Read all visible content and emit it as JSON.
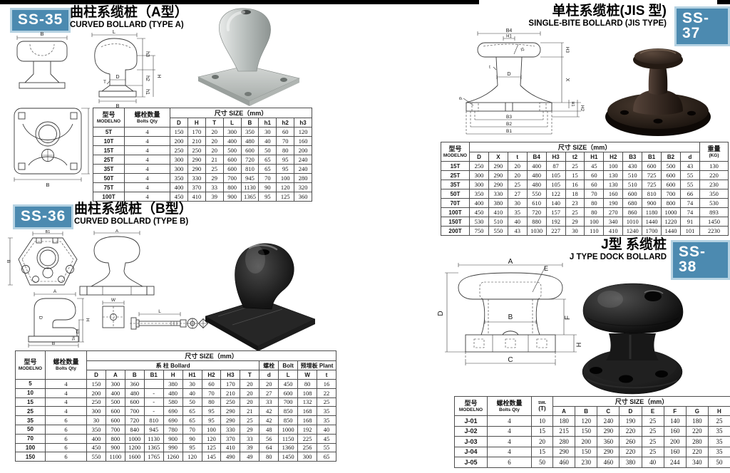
{
  "page": {
    "accent": "#4c8ab0"
  },
  "ss35": {
    "badge": "SS-35",
    "title_cn": "曲柱系缆桩（A型）",
    "title_en": "CURVED BOLLARD (TYPE A)",
    "dims": {
      "b_front": "B",
      "l": "L",
      "d": "D",
      "t": "T",
      "h3": "h3",
      "h2": "h2",
      "h1": "h1",
      "h": "H",
      "b_bottom": "B",
      "b_plan_side": "B",
      "b_plan_bottom": "B"
    },
    "table": {
      "model_cn": "型号",
      "model_en": "MODELNO",
      "bolts_cn": "螺栓数量",
      "bolts_en": "Bolts Qty",
      "size_header": "尺寸 SIZE（mm）",
      "dim_cols": [
        "D",
        "H",
        "T",
        "L",
        "B",
        "h1",
        "h2",
        "h3"
      ],
      "rows": [
        [
          "5T",
          "4",
          "150",
          "170",
          "20",
          "300",
          "350",
          "30",
          "60",
          "120"
        ],
        [
          "10T",
          "4",
          "200",
          "210",
          "20",
          "400",
          "480",
          "40",
          "70",
          "160"
        ],
        [
          "15T",
          "4",
          "250",
          "250",
          "20",
          "500",
          "600",
          "50",
          "80",
          "200"
        ],
        [
          "25T",
          "4",
          "300",
          "290",
          "21",
          "600",
          "720",
          "65",
          "95",
          "240"
        ],
        [
          "35T",
          "4",
          "300",
          "290",
          "25",
          "600",
          "810",
          "65",
          "95",
          "240"
        ],
        [
          "50T",
          "4",
          "350",
          "330",
          "29",
          "700",
          "945",
          "70",
          "100",
          "280"
        ],
        [
          "75T",
          "4",
          "400",
          "370",
          "33",
          "800",
          "1130",
          "90",
          "120",
          "320"
        ],
        [
          "100T",
          "4",
          "450",
          "410",
          "39",
          "900",
          "1365",
          "95",
          "125",
          "360"
        ]
      ]
    }
  },
  "ss36": {
    "badge": "SS-36",
    "title_cn": "曲柱系缆桩（B型）",
    "title_en": "CURVED BOLLARD (TYPE B)",
    "dims": {
      "b1_top": "B1",
      "b_side": "B",
      "a_front": "A",
      "a_profile": "A",
      "d": "D",
      "h": "H",
      "h2": "H2",
      "h1": "H1",
      "b_bottom": "B",
      "w": "W",
      "l": "L"
    },
    "table": {
      "model_cn": "型号",
      "model_en": "MODELNO",
      "bolts_cn": "螺栓数量",
      "bolts_en": "Bolts Qty",
      "size_header": "尺寸 SIZE（mm）",
      "band_bollard": "系 柱 Bollard",
      "band_bolt_cn": "螺栓",
      "band_bolt_en": "Bolt",
      "band_plant": "预埋板 Plant",
      "dim_cols": [
        "D",
        "A",
        "B",
        "B1",
        "H",
        "H1",
        "H2",
        "H3",
        "T",
        "d",
        "L",
        "W",
        "t"
      ],
      "rows": [
        [
          "5",
          "4",
          "150",
          "300",
          "360",
          "",
          "380",
          "30",
          "60",
          "170",
          "20",
          "20",
          "450",
          "80",
          "16"
        ],
        [
          "10",
          "4",
          "200",
          "400",
          "480",
          "-",
          "480",
          "40",
          "70",
          "210",
          "20",
          "27",
          "600",
          "108",
          "22"
        ],
        [
          "15",
          "4",
          "250",
          "500",
          "600",
          "-",
          "580",
          "50",
          "80",
          "250",
          "20",
          "33",
          "700",
          "132",
          "25"
        ],
        [
          "25",
          "4",
          "300",
          "600",
          "700",
          "-",
          "690",
          "65",
          "95",
          "290",
          "21",
          "42",
          "850",
          "168",
          "35"
        ],
        [
          "35",
          "6",
          "30",
          "600",
          "720",
          "810",
          "690",
          "65",
          "95",
          "290",
          "25",
          "42",
          "850",
          "168",
          "35"
        ],
        [
          "50",
          "6",
          "350",
          "700",
          "840",
          "945",
          "780",
          "70",
          "100",
          "330",
          "29",
          "48",
          "1000",
          "192",
          "40"
        ],
        [
          "70",
          "6",
          "400",
          "800",
          "1000",
          "1130",
          "900",
          "90",
          "120",
          "370",
          "33",
          "56",
          "1150",
          "225",
          "45"
        ],
        [
          "100",
          "6",
          "450",
          "900",
          "1200",
          "1365",
          "990",
          "95",
          "125",
          "410",
          "39",
          "64",
          "1360",
          "256",
          "55"
        ],
        [
          "150",
          "6",
          "550",
          "1100",
          "1600",
          "1765",
          "1260",
          "120",
          "145",
          "490",
          "49",
          "80",
          "1450",
          "300",
          "65"
        ]
      ]
    }
  },
  "ss37": {
    "badge": "SS-37",
    "title_cn": "单柱系缆桩(JIS 型)",
    "title_en": "SINGLE-BITE BOLLARD (JIS TYPE)",
    "dims": {
      "b4": "B4",
      "h1_top": "H1",
      "h3": "H3",
      "t2": "t2",
      "x": "X",
      "t": "t",
      "d": "D",
      "d_small": "d",
      "h1": "H1",
      "h2": "H2",
      "b3": "B3",
      "b2": "B2",
      "b1": "B1"
    },
    "table": {
      "model_cn": "型号",
      "model_en": "MODELNO",
      "size_header": "尺寸 SIZE（mm）",
      "weight_cn": "重量",
      "weight_unit": "(KG)",
      "dim_cols": [
        "D",
        "X",
        "t",
        "B4",
        "H3",
        "t2",
        "H1",
        "H2",
        "B3",
        "B1",
        "B2",
        "d"
      ],
      "rows": [
        [
          "15T",
          "250",
          "290",
          "20",
          "400",
          "87",
          "25",
          "45",
          "100",
          "430",
          "600",
          "500",
          "43",
          "130"
        ],
        [
          "25T",
          "300",
          "290",
          "20",
          "480",
          "105",
          "15",
          "60",
          "130",
          "510",
          "725",
          "600",
          "55",
          "220"
        ],
        [
          "35T",
          "300",
          "290",
          "25",
          "480",
          "105",
          "16",
          "60",
          "130",
          "510",
          "725",
          "600",
          "55",
          "230"
        ],
        [
          "50T",
          "350",
          "330",
          "27",
          "550",
          "122",
          "18",
          "70",
          "160",
          "600",
          "810",
          "700",
          "66",
          "350"
        ],
        [
          "70T",
          "400",
          "380",
          "30",
          "610",
          "140",
          "23",
          "80",
          "190",
          "680",
          "900",
          "800",
          "74",
          "530"
        ],
        [
          "100T",
          "450",
          "410",
          "35",
          "720",
          "157",
          "25",
          "80",
          "270",
          "860",
          "1180",
          "1000",
          "74",
          "893"
        ],
        [
          "150T",
          "530",
          "510",
          "40",
          "880",
          "192",
          "29",
          "100",
          "340",
          "1010",
          "1440",
          "1220",
          "91",
          "1450"
        ],
        [
          "200T",
          "750",
          "550",
          "43",
          "1030",
          "227",
          "30",
          "110",
          "410",
          "1240",
          "1700",
          "1440",
          "101",
          "2230"
        ]
      ]
    }
  },
  "ss38": {
    "badge": "SS-38",
    "title_cn": "J型 系缆桩",
    "title_en": "J TYPE DOCK BOLLARD",
    "dims": {
      "a": "A",
      "e": "E",
      "d": "D",
      "b": "B",
      "f": "F",
      "c": "C",
      "h": "H"
    },
    "table": {
      "model_cn": "型号",
      "model_en": "MODELNO",
      "bolts_cn": "螺栓数量",
      "bolts_en": "Bolts Qty",
      "swl_small": "SWL",
      "swl_unit": "(T)",
      "size_header": "尺寸 SIZE（mm）",
      "dim_cols": [
        "A",
        "B",
        "C",
        "D",
        "E",
        "F",
        "G",
        "H"
      ],
      "rows": [
        [
          "J-01",
          "4",
          "10",
          "180",
          "120",
          "240",
          "190",
          "25",
          "140",
          "180",
          "25"
        ],
        [
          "J-02",
          "4",
          "15",
          "215",
          "150",
          "290",
          "220",
          "25",
          "160",
          "220",
          "35"
        ],
        [
          "J-03",
          "4",
          "20",
          "280",
          "200",
          "360",
          "260",
          "25",
          "200",
          "280",
          "35"
        ],
        [
          "J-04",
          "4",
          "15",
          "290",
          "150",
          "290",
          "220",
          "25",
          "160",
          "220",
          "35"
        ],
        [
          "J-05",
          "6",
          "50",
          "460",
          "230",
          "460",
          "380",
          "40",
          "244",
          "340",
          "50"
        ]
      ]
    }
  }
}
